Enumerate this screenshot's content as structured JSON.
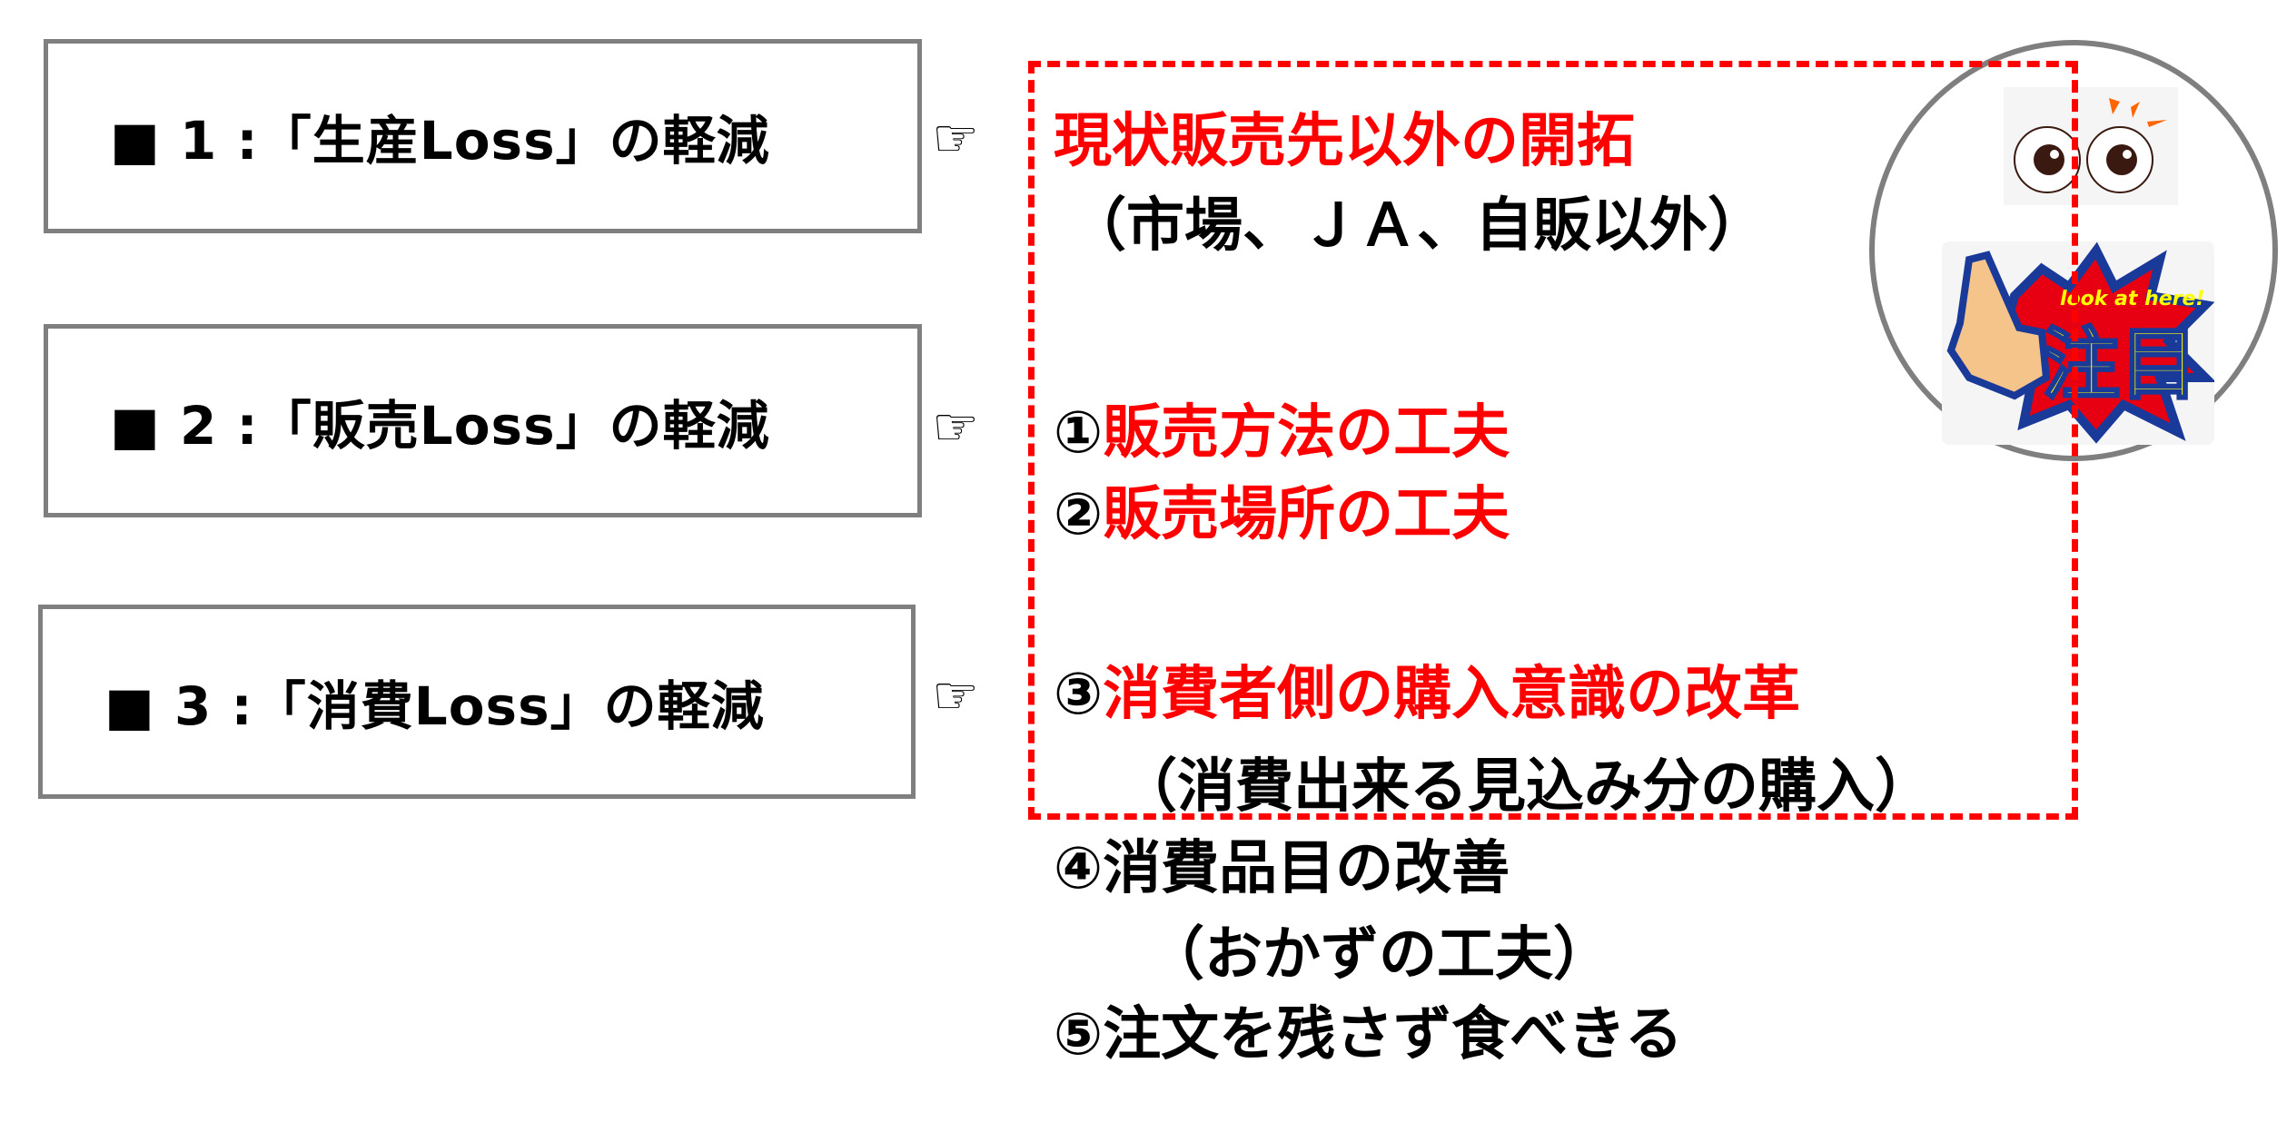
{
  "categories": [
    {
      "label": "■ 1 :「生産Loss」の軽減"
    },
    {
      "label": "■ 2 :「販売Loss」の軽減"
    },
    {
      "label": "■ 3 :「消費Loss」の軽減"
    }
  ],
  "pointer_icon": "☞",
  "measures": {
    "production_main": "現状販売先以外の開拓",
    "production_sub": "（市場、ＪＡ、自販以外）",
    "sales_1_num": "①",
    "sales_1": "販売方法の工夫",
    "sales_2_num": "②",
    "sales_2": "販売場所の工夫",
    "consumption_3_num": "③",
    "consumption_3": "消費者側の購入意識の改革",
    "consumption_3_sub": "（消費出来る見込み分の購入）",
    "consumption_4": "④消費品目の改善",
    "consumption_4_sub": "（おかずの工夫）",
    "consumption_5": "⑤注文を残さず食べきる"
  },
  "badge": {
    "caption": "look at here!",
    "title": "注目"
  },
  "colors": {
    "highlight": "#ff0000",
    "box_border": "#7f7f7f"
  }
}
